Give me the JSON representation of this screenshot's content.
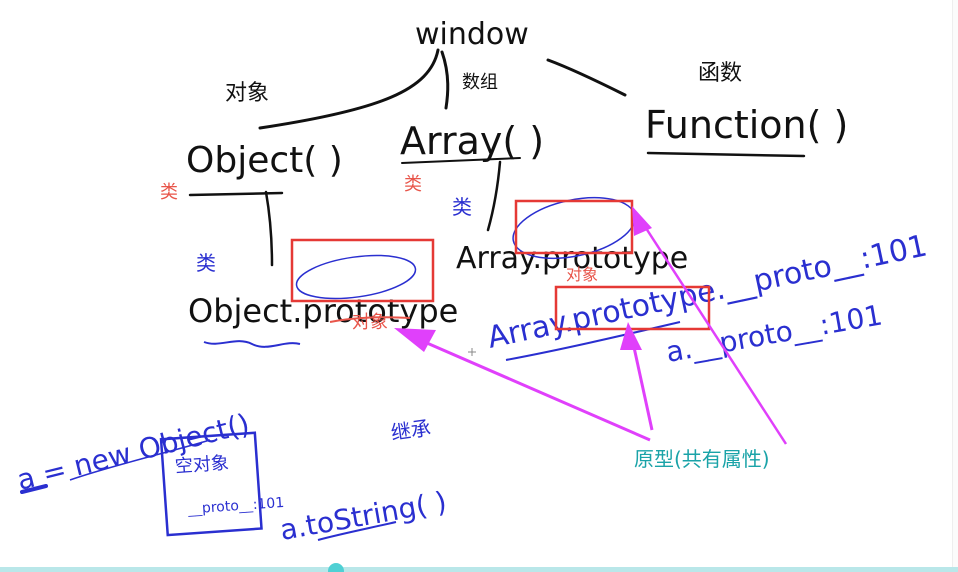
{
  "nodes": {
    "window": "window",
    "object_ctor": "Object( )",
    "array_ctor": "Array( )",
    "function_ctor": "Function( )",
    "object_prototype": "Object.prototype",
    "array_prototype_top": "Array.prototype",
    "array_prototype_bottom": "Array.prototype.__proto__:101",
    "array_a_proto": "a.__proto__:101",
    "new_object": "a = new Object()",
    "proto_box_label": "__proto__:101",
    "to_string": "a.toString( )"
  },
  "labels": {
    "obj_above_object": "对象",
    "shuzu_above_array": "数组",
    "hanshu_above_function": "函数",
    "lei_object": "类",
    "lei_array": "类",
    "obj_under_object_proto": "对象",
    "obj_under_array_proto": "对象",
    "empty_box": "空对象",
    "inherit": "继承"
  },
  "annotation": {
    "text": "原型(共有属性)"
  },
  "colors": {
    "ink": "#111111",
    "blue_ink": "#2a2fd0",
    "red_ink": "#e8554a",
    "highlight_box": "#e53935",
    "arrow": "#e040fb",
    "annotation": "#1aa3a8",
    "scroll_track": "#b9e7e9",
    "scroll_knob": "#4fd0d4"
  }
}
